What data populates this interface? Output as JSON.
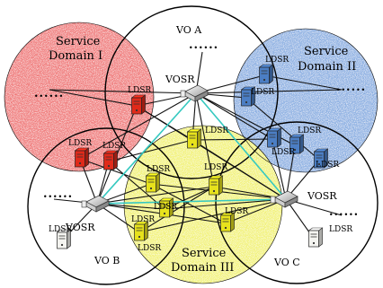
{
  "colors": {
    "domain_i": "#f07c7c",
    "domain_ii": "#8fb2e3",
    "domain_iii": "#f2f27a",
    "server_red": "#e02a1a",
    "server_blue": "#4b7ec4",
    "server_yellow": "#e7e21c",
    "server_white": "#f4f4f0",
    "vo_triangle": "#36c9c0",
    "links": "#111111"
  },
  "labels": {
    "vo_a": "VO A",
    "vo_b": "VO B",
    "vo_c": "VO C",
    "domain_i_line1": "Service",
    "domain_i_line2": "Domain I",
    "domain_ii_line1": "Service",
    "domain_ii_line2": "Domain II",
    "domain_iii_line1": "Service",
    "domain_iii_line2": "Domain III",
    "vosr": "VOSR",
    "ldsr": "LDSR",
    "ellipsis": "......"
  },
  "icons": {
    "server": "server-tower-icon",
    "router": "router-icon"
  }
}
